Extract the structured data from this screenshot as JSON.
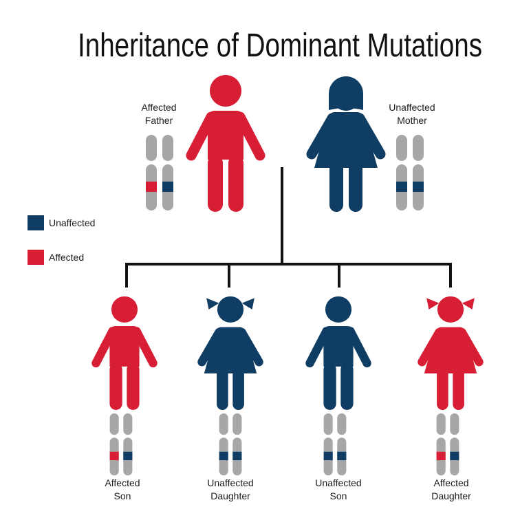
{
  "title": "Inheritance of Dominant Mutations",
  "colors": {
    "affected": "#d81e35",
    "unaffected": "#0f3d63",
    "chromosome": "#a7a7a7",
    "line": "#111111",
    "text": "#1a1a1a"
  },
  "legend": [
    {
      "label": "Unaffected",
      "status": "unaffected"
    },
    {
      "label": "Affected",
      "status": "affected"
    }
  ],
  "parents": [
    {
      "id": "father",
      "label_line1": "Affected",
      "label_line2": "Father",
      "figure": "male",
      "status": "affected",
      "alleles": [
        "affected",
        "unaffected"
      ]
    },
    {
      "id": "mother",
      "label_line1": "Unaffected",
      "label_line2": "Mother",
      "figure": "female",
      "status": "unaffected",
      "alleles": [
        "unaffected",
        "unaffected"
      ]
    }
  ],
  "children": [
    {
      "id": "affected-son",
      "label_line1": "Affected",
      "label_line2": "Son",
      "figure": "boy",
      "status": "affected",
      "alleles": [
        "affected",
        "unaffected"
      ]
    },
    {
      "id": "unaffected-daughter",
      "label_line1": "Unaffected",
      "label_line2": "Daughter",
      "figure": "girl",
      "status": "unaffected",
      "alleles": [
        "unaffected",
        "unaffected"
      ]
    },
    {
      "id": "unaffected-son",
      "label_line1": "Unaffected",
      "label_line2": "Son",
      "figure": "boy",
      "status": "unaffected",
      "alleles": [
        "unaffected",
        "unaffected"
      ]
    },
    {
      "id": "affected-daughter",
      "label_line1": "Affected",
      "label_line2": "Daughter",
      "figure": "girl",
      "status": "affected",
      "alleles": [
        "affected",
        "unaffected"
      ]
    }
  ]
}
